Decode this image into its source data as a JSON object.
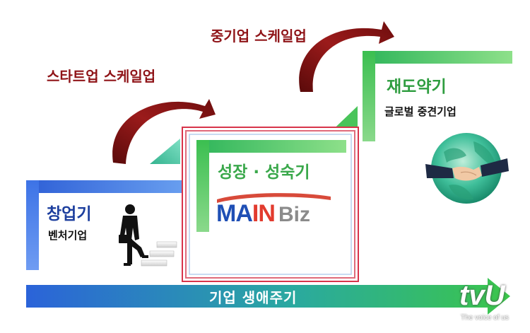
{
  "scaleup_labels": {
    "startup": "스타트업 스케일업",
    "midsize": "중기업 스케일업"
  },
  "stages": [
    {
      "title": "창업기",
      "subtitle": "벤처기업"
    },
    {
      "title": "성장 · 성숙기"
    },
    {
      "title": "재도약기",
      "subtitle": "글로벌 중견기업"
    }
  ],
  "logo": {
    "part1": "MA",
    "part2": "IN",
    "part3": "Biz"
  },
  "lifecycle": "기업 생애주기",
  "watermark": {
    "brand": "tvU",
    "tagline": "The voice of us"
  },
  "icons": [
    "person-climbing-stairs-icon",
    "globe-handshake-icon"
  ],
  "colors": {
    "blue": "#3f74e6",
    "green": "#4cc94f",
    "red_text": "#8f1418",
    "arrow_red": "#7a1010"
  }
}
